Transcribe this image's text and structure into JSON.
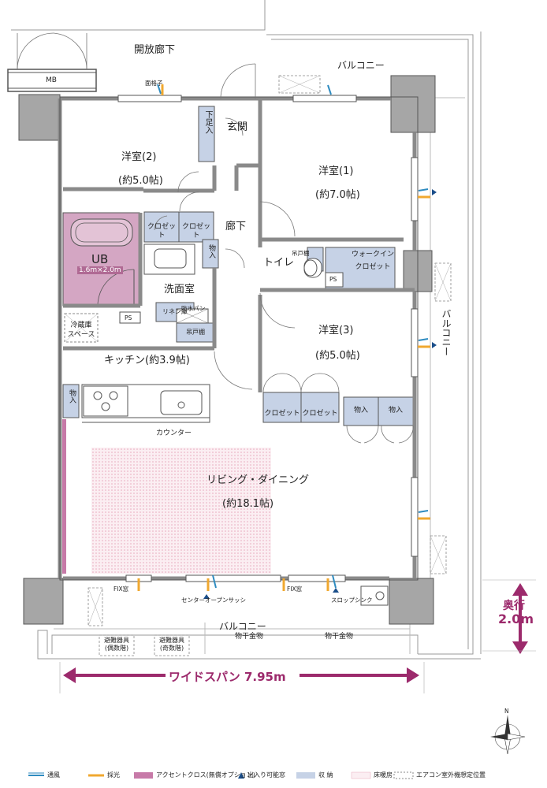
{
  "colors": {
    "wall": "#aaaaaa",
    "wall_dark": "#7f7f7f",
    "storage": "#c6d2e6",
    "accent_cloth": "#d4a6c3",
    "floor_heating": "#f6dfe6",
    "ventilation": "#2e8bc0",
    "daylight": "#f0a830",
    "arrow": "#9c2a6c"
  },
  "rooms": {
    "open_corridor": "開放廊下",
    "mb": "MB",
    "lattice": "面格子",
    "balcony_top": "バルコニー",
    "balcony_right": "バルコニー",
    "balcony_bottom": "バルコニー",
    "shoe_storage": "下足入",
    "entrance": "玄関",
    "western2": "洋室(2)",
    "western2_size": "(約5.0帖)",
    "western1": "洋室(1)",
    "western1_size": "(約7.0帖)",
    "corridor": "廊下",
    "closet_a": "クロゼット",
    "closet_b": "クロゼット",
    "ub": "UB",
    "ub_size": "1.6m×2.0m",
    "storage_small": "物入",
    "toilet": "トイレ",
    "hanging_shelf_toilet": "吊戸棚",
    "walkin": "ウォークイン",
    "walkin2": "クロゼット",
    "ps_toilet": "PS",
    "washroom": "洗面室",
    "waterproof_pan": "防水パン",
    "linen": "リネン庫",
    "hanging_shelf": "吊戸棚",
    "ps_wash": "PS",
    "fridge": "冷蔵庫",
    "fridge2": "スペース",
    "kitchen": "キッチン(約3.9帖)",
    "western3": "洋室(3)",
    "western3_size": "(約5.0帖)",
    "closet_c": "クロゼット",
    "closet_d": "クロゼット",
    "storage_c": "物入",
    "storage_d": "物入",
    "storage_kitchen": "物入",
    "counter": "カウンター",
    "living": "リビング・ダイニング",
    "living_size": "(約18.1帖)",
    "fix_window_left": "FIX窓",
    "center_sash": "センターオープンサッシ",
    "fix_window_right": "FIX窓",
    "slop_sink": "スロップシンク",
    "evac_even": "避難器具",
    "evac_even2": "(偶数階)",
    "evac_odd": "避難器具",
    "evac_odd2": "(奇数階)",
    "laundry1": "物干金物",
    "laundry2": "物干金物"
  },
  "dimensions": {
    "depth_label": "奥行",
    "depth_value": "2.0m",
    "span_label": "ワイドスパン 7.95m"
  },
  "compass": "N",
  "legend": [
    {
      "name": "通風",
      "symbol": "ventilation"
    },
    {
      "name": "採光",
      "symbol": "daylight"
    },
    {
      "name": "アクセントクロス(無償オプション)",
      "symbol": "accent"
    },
    {
      "name": "出入り可能窓",
      "symbol": "triangle"
    },
    {
      "name": "収 納",
      "symbol": "storage"
    },
    {
      "name": "床暖房",
      "symbol": "floorheat"
    },
    {
      "name": "エアコン室外機想定位置",
      "symbol": "ac"
    }
  ]
}
